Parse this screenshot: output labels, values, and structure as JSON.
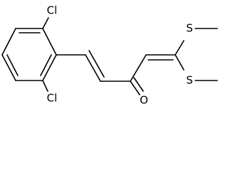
{
  "molecule": {
    "labels": {
      "cl_top": "Cl",
      "cl_bottom": "Cl",
      "s_top": "S",
      "s_bottom": "S",
      "oxygen": "O"
    },
    "colors": {
      "bond": "#000000",
      "text": "#000000",
      "background": "#ffffff"
    }
  }
}
